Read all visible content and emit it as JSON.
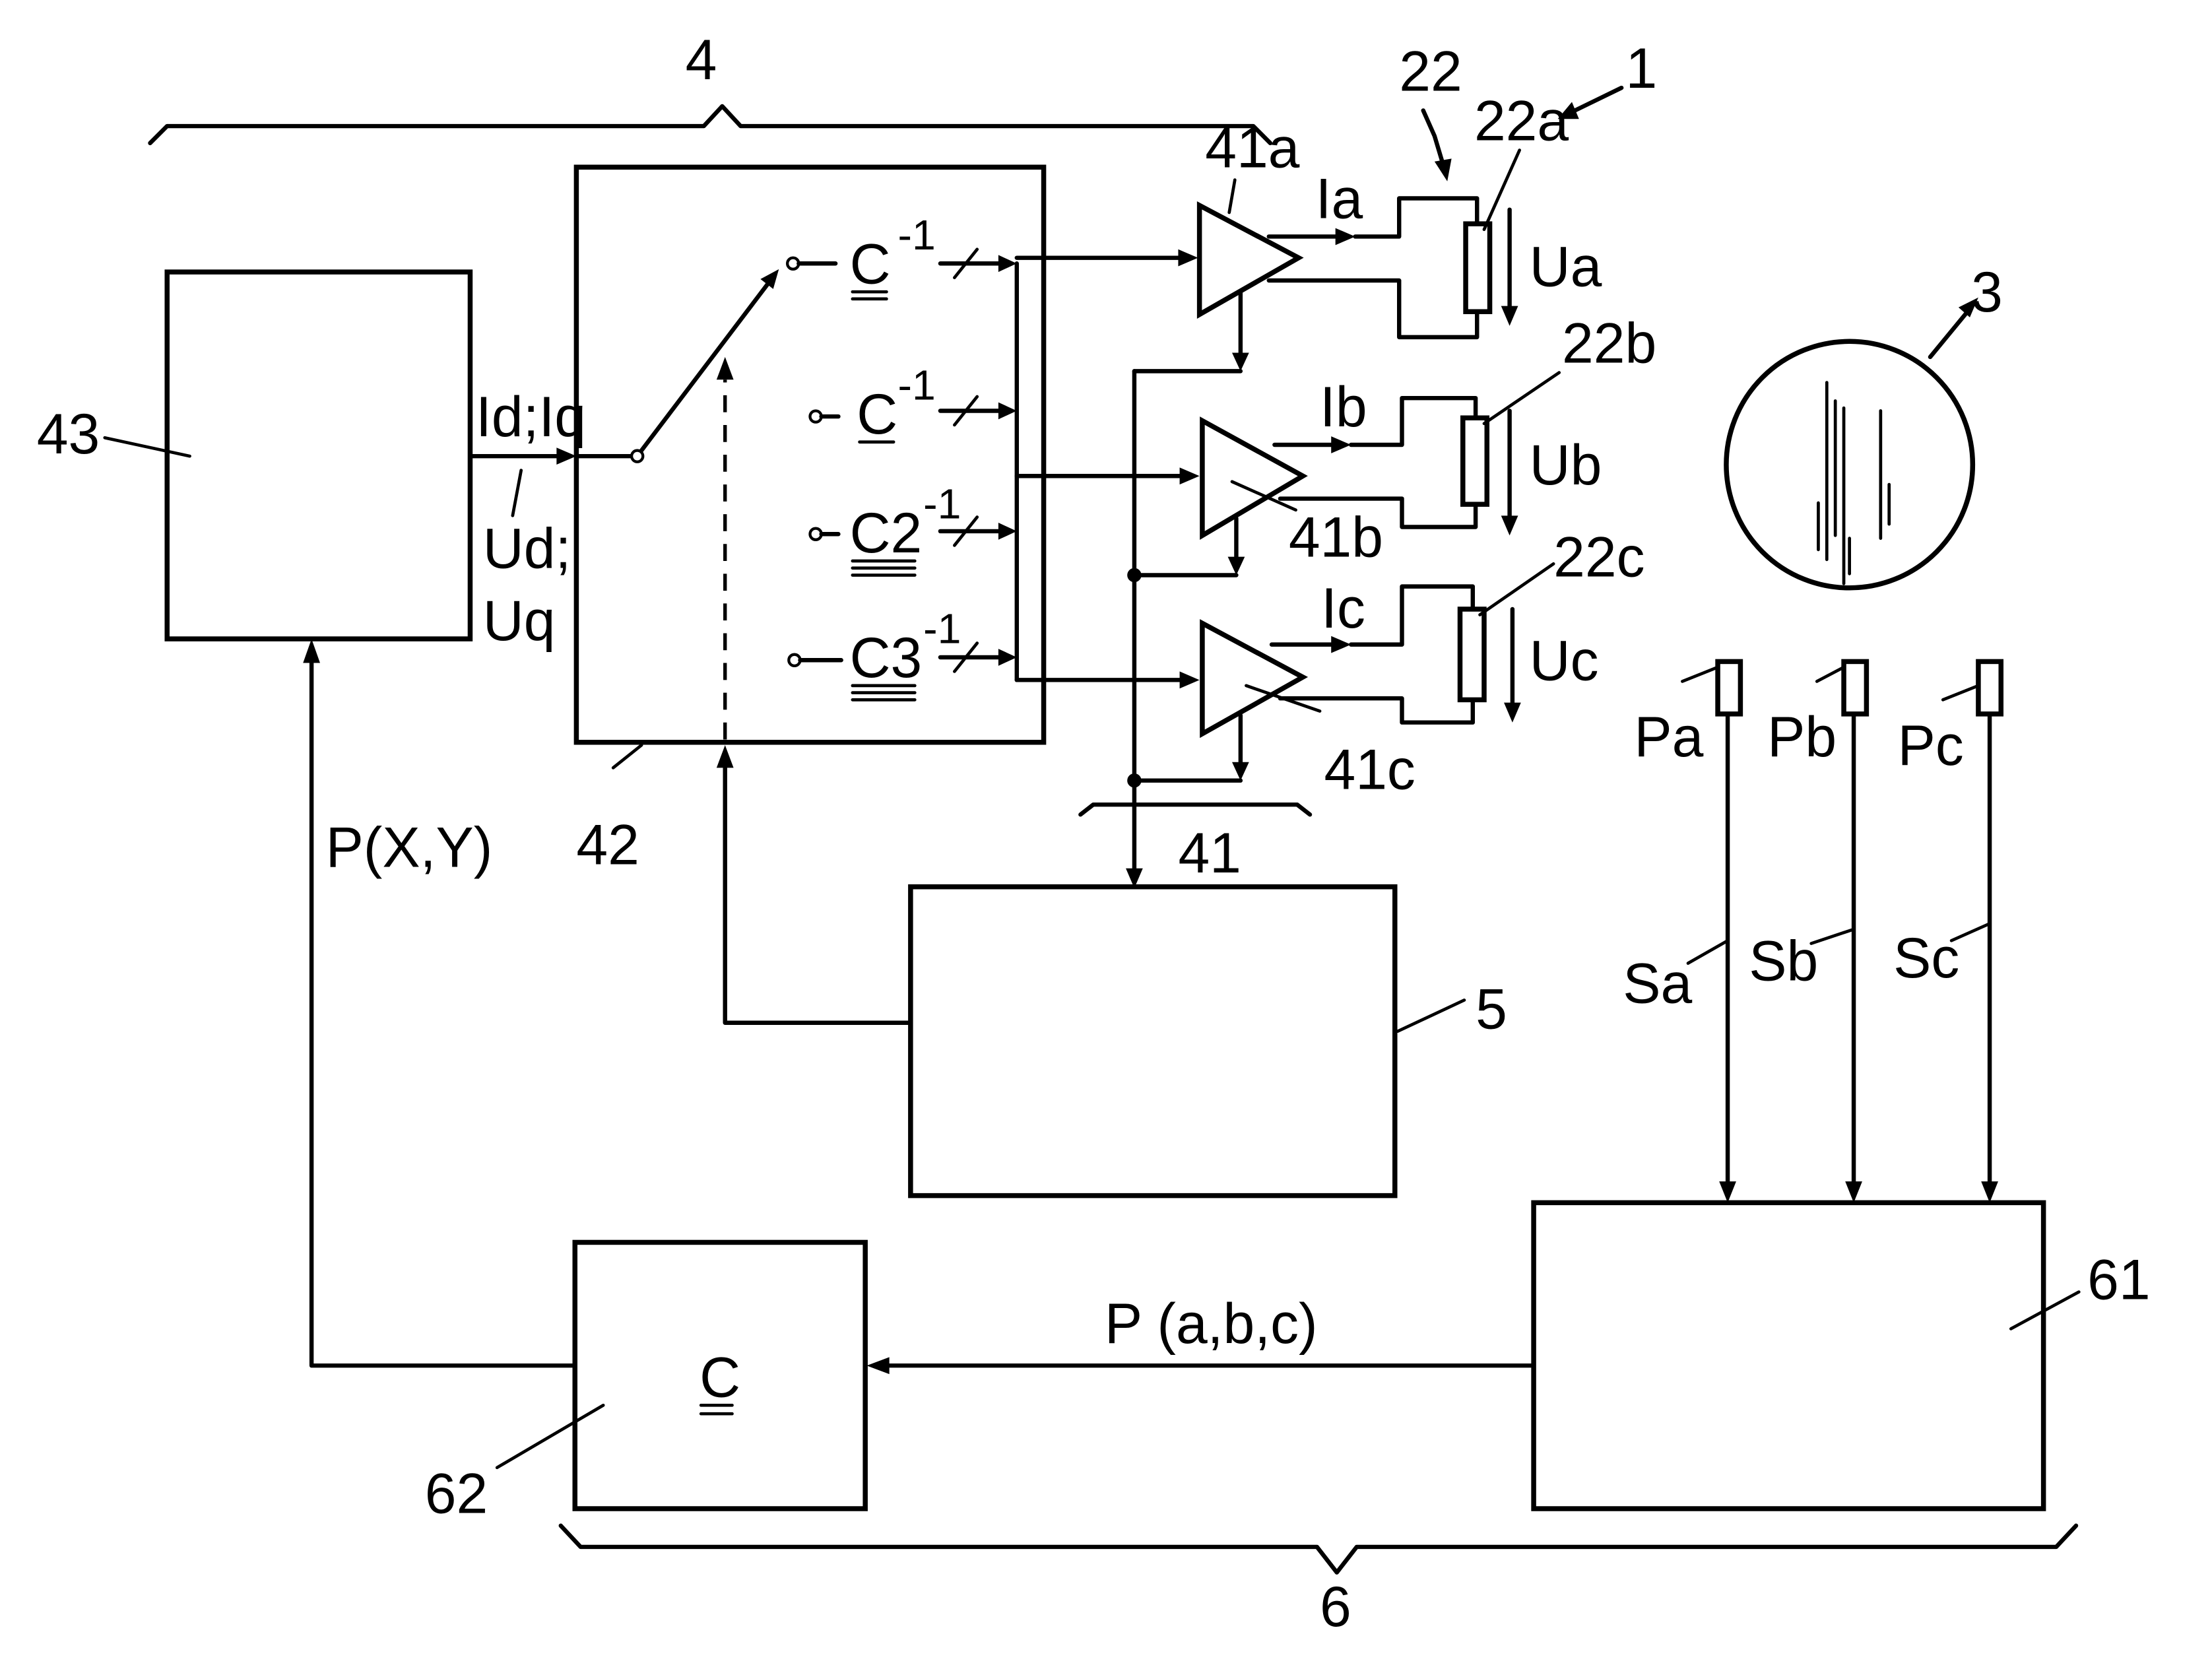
{
  "labels": {
    "system": "1",
    "controller": "4",
    "motor": "22",
    "winding_a": "22a",
    "winding_b": "22b",
    "winding_c": "22c",
    "rotor": "3",
    "amplifiers": "41",
    "amp_a": "41a",
    "amp_b": "41b",
    "amp_c": "41c",
    "selector_block": "42",
    "setpoint_block": "43",
    "monitor_block": "5",
    "sensor_unit": "6",
    "evaluation_block": "61",
    "transform_block": "62"
  },
  "signals": {
    "setpoint_current": "Id;Iq",
    "setpoint_voltage_1": "Ud;",
    "setpoint_voltage_2": "Uq",
    "current_a": "Ia",
    "current_b": "Ib",
    "current_c": "Ic",
    "voltage_a": "Ua",
    "voltage_b": "Ub",
    "voltage_c": "Uc",
    "sensor_a": "Pa",
    "sensor_b": "Pb",
    "sensor_c": "Pc",
    "sensor_signal_a": "Sa",
    "sensor_signal_b": "Sb",
    "sensor_signal_c": "Sc",
    "position_xy": "P(X,Y)",
    "position_abc": "P (a,b,c)"
  },
  "matrices": {
    "transform_matrix": "C",
    "inverse_1": "C",
    "inverse_2": "C",
    "inverse_3": "C2",
    "inverse_4": "C3",
    "inverse_exponent": "-1"
  }
}
